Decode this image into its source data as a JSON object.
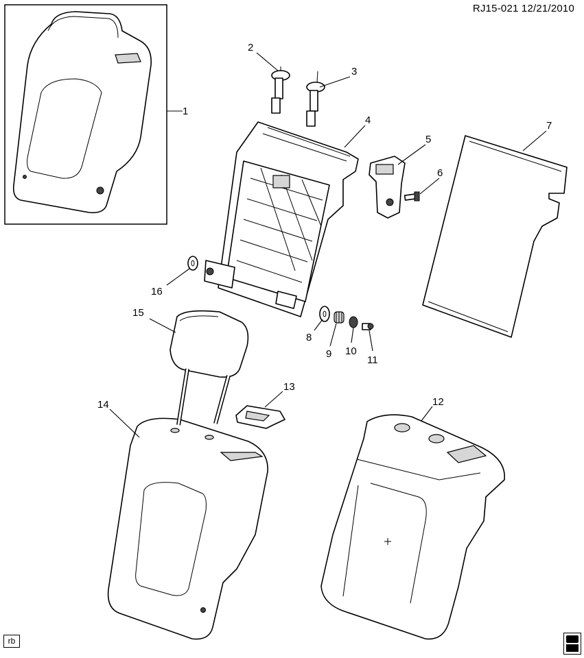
{
  "header": {
    "code": "RJ15-021 12/21/2010"
  },
  "callouts": [
    "1",
    "2",
    "3",
    "4",
    "5",
    "6",
    "7",
    "8",
    "9",
    "10",
    "11",
    "12",
    "13",
    "14",
    "15",
    "16"
  ],
  "footer": {
    "left_badge": "rb",
    "logo": "gm spo",
    "logo_icon": "gm-spo-logo-icon"
  }
}
